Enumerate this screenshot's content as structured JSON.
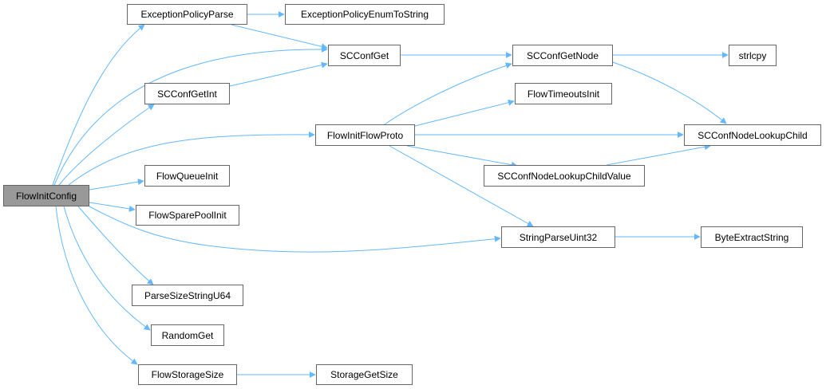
{
  "colors": {
    "edge": "#63b8ff",
    "node_border": "#666666",
    "node_fill": "#ffffff",
    "root_fill": "#999999"
  },
  "nodes": {
    "flowinitconfig": "FlowInitConfig",
    "exceptionpolicyparse": "ExceptionPolicyParse",
    "exceptionpolicyenumtostring": "ExceptionPolicyEnumToString",
    "scconfget": "SCConfGet",
    "scconfgetnode": "SCConfGetNode",
    "strlcpy": "strlcpy",
    "scconfgetint": "SCConfGetInt",
    "flowtimeoutsinit": "FlowTimeoutsInit",
    "flowinitflowproto": "FlowInitFlowProto",
    "scconfnodelookupchild": "SCConfNodeLookupChild",
    "flowqueueinit": "FlowQueueInit",
    "scconfnodelookupchildvalue": "SCConfNodeLookupChildValue",
    "flowsparepoolinit": "FlowSparePoolInit",
    "stringparseuint32": "StringParseUint32",
    "byteextractstring": "ByteExtractString",
    "parsesizestringu64": "ParseSizeStringU64",
    "randomget": "RandomGet",
    "flowstoragesize": "FlowStorageSize",
    "storagegetsize": "StorageGetSize"
  }
}
